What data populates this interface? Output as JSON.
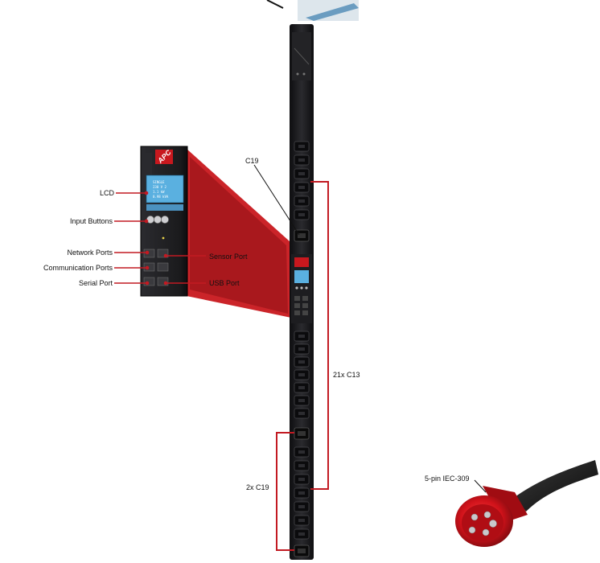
{
  "brand": "APC",
  "callouts": {
    "lcd": "LCD",
    "input_buttons": "Input Buttons",
    "network_ports": "Network Ports",
    "communication_ports": "Communication Ports",
    "serial_port": "Serial Port",
    "sensor_port": "Sensor Port",
    "usb_port": "USB Port"
  },
  "outlets": {
    "c19_top": "C19",
    "c13_group": "21x C13",
    "c19_group": "2x C19"
  },
  "plug": {
    "label": "5-pin IEC-309"
  },
  "lcd_screen": [
    "SINGLE",
    "230 V 2",
    "1.1 kW",
    "0.98 kVA"
  ],
  "colors": {
    "pdu_body": "#1b1b1d",
    "accent_red": "#c8181e",
    "lcd_blue": "#5ab0e0",
    "plug_red": "#d0121a",
    "bracket": "#c21a22"
  }
}
